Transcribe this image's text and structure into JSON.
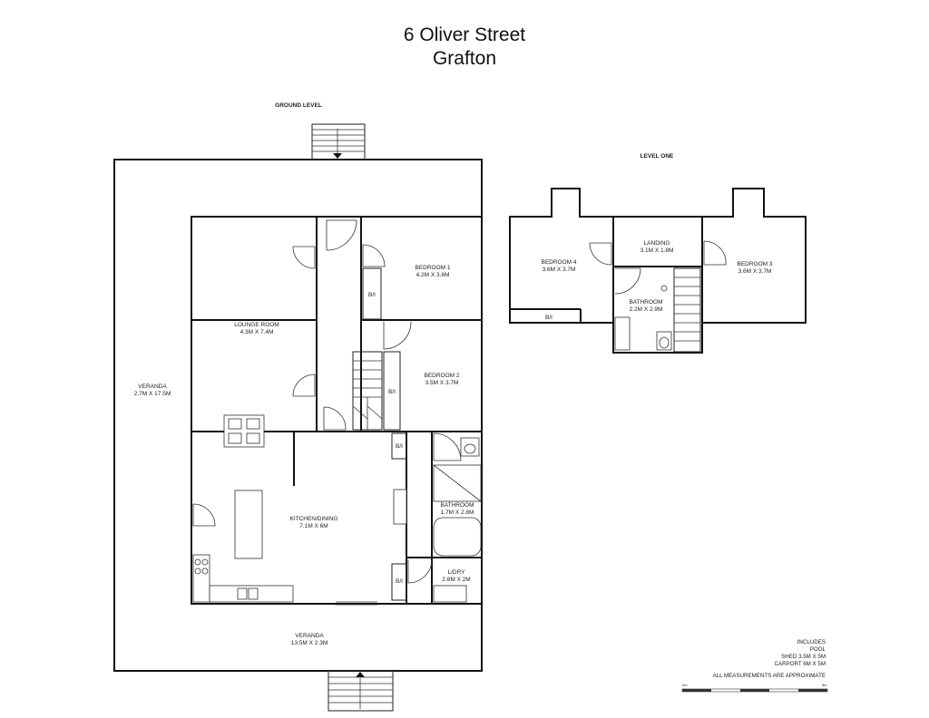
{
  "title": {
    "line1": "6 Oliver Street",
    "line2": "Grafton"
  },
  "levels": {
    "ground": "GROUND LEVEL",
    "one": "LEVEL ONE"
  },
  "rooms": {
    "bedroom1": {
      "name": "BEDROOM 1",
      "size": "4.2M X 3.6M"
    },
    "lounge": {
      "name": "LOUNGE ROOM",
      "size": "4.3M X 7.4M"
    },
    "bedroom2": {
      "name": "BEDROOM 2",
      "size": "3.5M X 3.7M"
    },
    "veranda_side": {
      "name": "VERANDA",
      "size": "2.7M X 17.5M"
    },
    "kitchen": {
      "name": "KITCHEN/DINING",
      "size": "7.1M X 6M"
    },
    "bathroom_ground": {
      "name": "BATHROOM",
      "size": "1.7M X 2.8M"
    },
    "laundry": {
      "name": "L/DRY",
      "size": "2.8M X 2M"
    },
    "veranda_front": {
      "name": "VERANDA",
      "size": "13.5M X 2.3M"
    },
    "bedroom4": {
      "name": "BEDROOM 4",
      "size": "3.6M X 3.7M"
    },
    "landing": {
      "name": "LANDING",
      "size": "3.1M X 1.8M"
    },
    "bedroom3": {
      "name": "BEDROOM 3",
      "size": "3.6M X 3.7M"
    },
    "bathroom_upper": {
      "name": "BATHROOM",
      "size": "2.2M X 2.9M"
    }
  },
  "built_in": "B/I",
  "notes": {
    "includes": "INCLUDES",
    "pool": "POOL",
    "shed": "SHED 3.5M X 5M",
    "carport": "CARPORT 6M X 5M",
    "approx": "ALL MEASUREMENTS ARE APPROXIMATE"
  },
  "scale": {
    "start": "0m",
    "end": "5m"
  }
}
